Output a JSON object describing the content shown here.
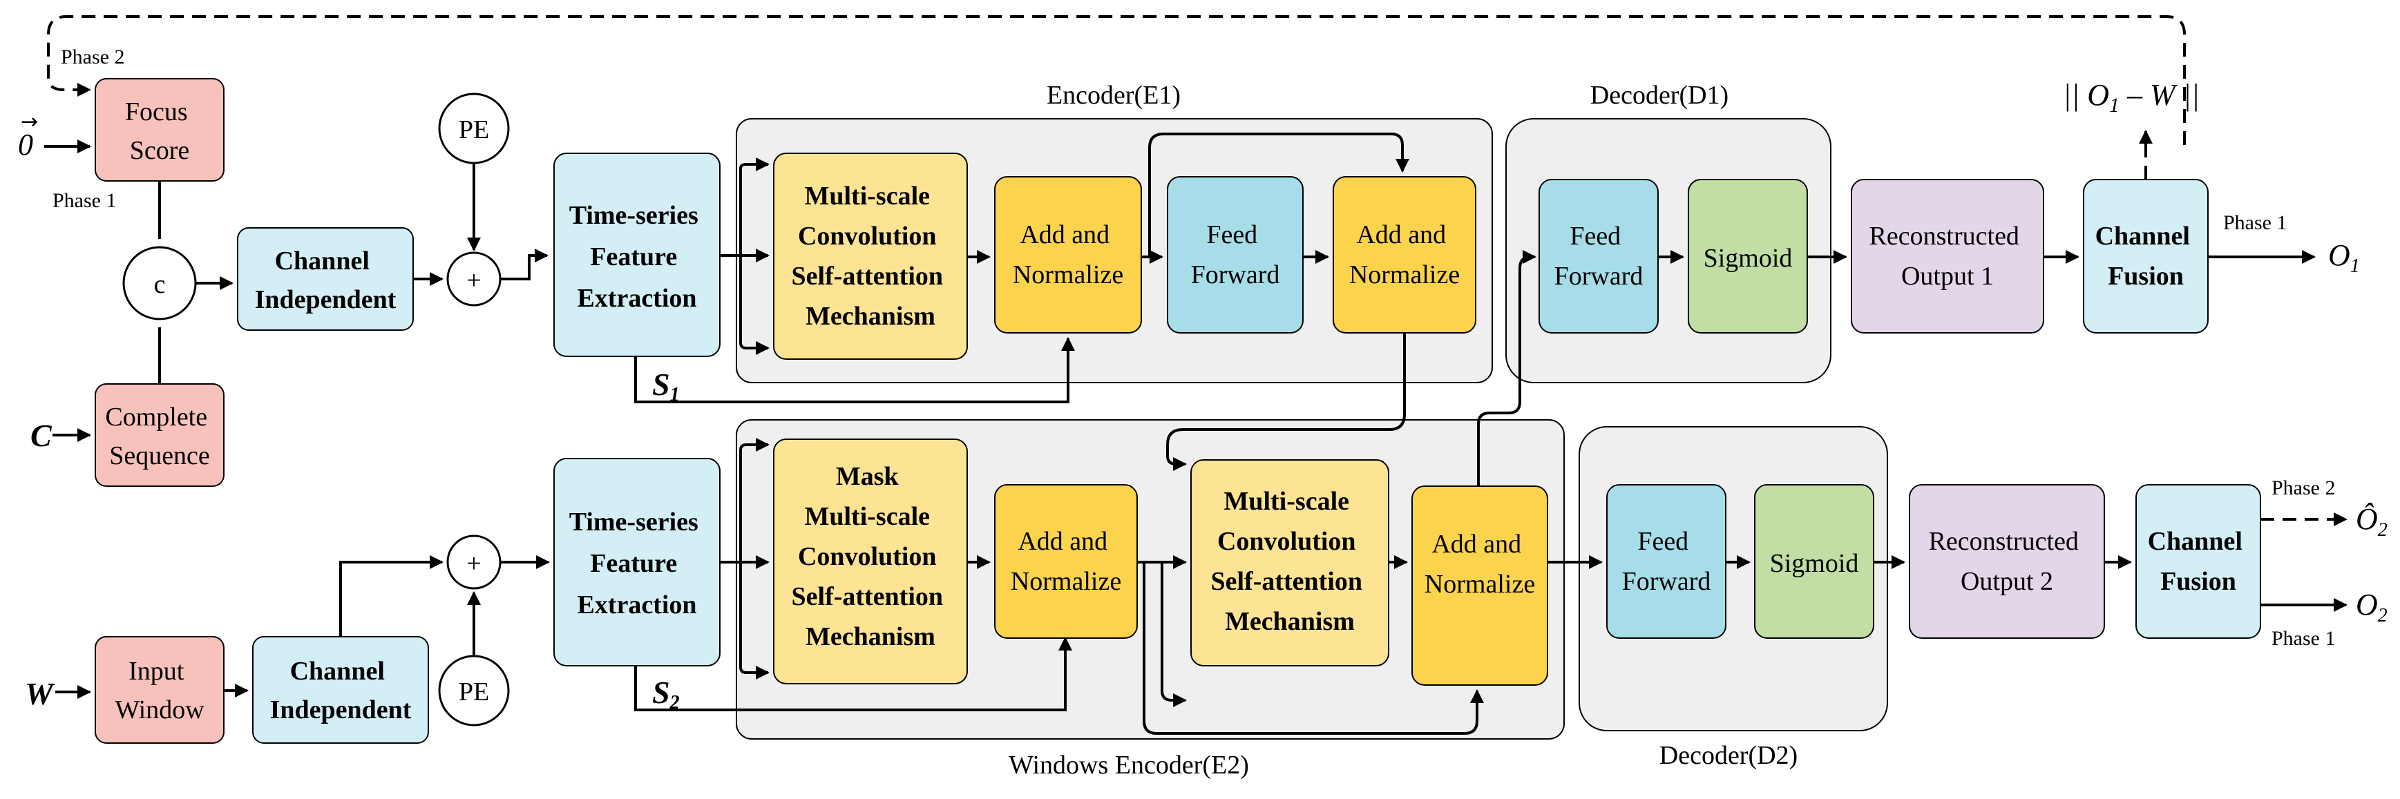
{
  "colors": {
    "pink": "#f7c2bb",
    "cyan": "#d3eef5",
    "yellow_light": "#fde394",
    "yellow": "#fcd34d",
    "aqua": "#a6dde8",
    "green": "#c2dea5",
    "purple": "#e4d6e9",
    "panel": "#efefef"
  },
  "inputs": {
    "o_vec": "0",
    "c": "C",
    "w": "W"
  },
  "phase": {
    "phase2_top": "Phase 2",
    "phase1_left": "Phase 1",
    "phase1_o1": "Phase 1",
    "phase2_o2hat": "Phase 2",
    "phase1_o2": "Phase 1"
  },
  "nodes": {
    "focus_score": [
      "Focus",
      "Score"
    ],
    "complete_sequence": [
      "Complete",
      "Sequence"
    ],
    "concat": "c",
    "channel_independent_top": [
      "Channel",
      "Independent"
    ],
    "pe_top": "PE",
    "plus": "+",
    "tsfe_top": [
      "Time-series",
      "Feature",
      "Extraction"
    ],
    "s1": "S",
    "s1_sub": "1",
    "input_window": [
      "Input",
      "Window"
    ],
    "channel_independent_bot": [
      "Channel",
      "Independent"
    ],
    "pe_bot": "PE",
    "tsfe_bot": [
      "Time-series",
      "Feature",
      "Extraction"
    ],
    "s2": "S",
    "s2_sub": "2"
  },
  "encoder1": {
    "title": "Encoder(E1)",
    "msc": [
      "Multi-scale",
      "Convolution",
      "Self-attention",
      "Mechanism"
    ],
    "addnorm1": [
      "Add and",
      "Normalize"
    ],
    "feedforward": [
      "Feed",
      "Forward"
    ],
    "addnorm2": [
      "Add and",
      "Normalize"
    ]
  },
  "decoder1": {
    "title": "Decoder(D1)",
    "feedforward": [
      "Feed",
      "Forward"
    ],
    "sigmoid": "Sigmoid",
    "reconstructed": [
      "Reconstructed",
      "Output 1"
    ],
    "fusion": [
      "Channel",
      "Fusion"
    ]
  },
  "encoder2": {
    "title": "Windows Encoder(E2)",
    "msc": [
      "Mask",
      "Multi-scale",
      "Convolution",
      "Self-attention",
      "Mechanism"
    ],
    "addnorm1": [
      "Add and",
      "Normalize"
    ],
    "msc2": [
      "Multi-scale",
      "Convolution",
      "Self-attention",
      "Mechanism"
    ],
    "addnorm2": [
      "Add and",
      "Normalize"
    ]
  },
  "decoder2": {
    "title": "Decoder(D2)",
    "feedforward": [
      "Feed",
      "Forward"
    ],
    "sigmoid": "Sigmoid",
    "reconstructed": [
      "Reconstructed",
      "Output 2"
    ],
    "fusion": [
      "Channel",
      "Fusion"
    ]
  },
  "outputs": {
    "loss_a": "|| O",
    "loss_sub": "1",
    "loss_b": " – W ||",
    "o1": "O",
    "o1_sub": "1",
    "o2hat": "Ô",
    "o2hat_sub": "2",
    "o2": "O",
    "o2_sub": "2"
  }
}
